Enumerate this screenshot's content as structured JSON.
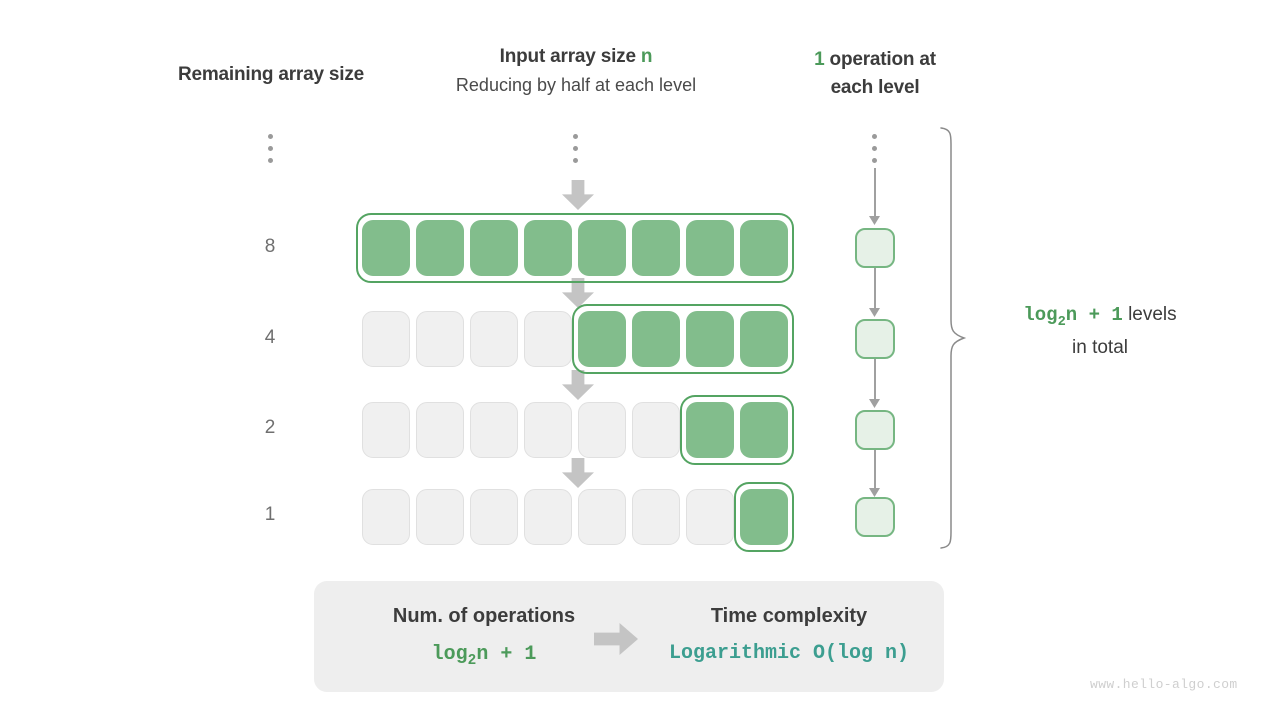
{
  "headers": {
    "remaining": "Remaining array size",
    "input_prefix": "Input array size ",
    "input_var": "n",
    "input_sub": "Reducing by half at each level",
    "ops_count": "1",
    "ops_line1": " operation at",
    "ops_line2": "each level"
  },
  "levels": [
    {
      "label": "⋮",
      "dots": true,
      "total": 8,
      "filled": 0,
      "filled_from": 8
    },
    {
      "label": "8",
      "dots": false,
      "total": 8,
      "filled": 8,
      "filled_from": 0
    },
    {
      "label": "4",
      "dots": false,
      "total": 8,
      "filled": 4,
      "filled_from": 4
    },
    {
      "label": "2",
      "dots": false,
      "total": 8,
      "filled": 2,
      "filled_from": 6
    },
    {
      "label": "1",
      "dots": false,
      "total": 8,
      "filled": 1,
      "filled_from": 7
    }
  ],
  "annotation": {
    "formula": "log",
    "formula_sub": "2",
    "formula_rest": "n + 1",
    "text": " levels",
    "line2": "in total"
  },
  "summary": {
    "left_title": "Num. of operations",
    "left_value_prefix": "log",
    "left_value_sub": "2",
    "left_value_rest": "n + 1",
    "right_title": "Time complexity",
    "right_value": "Logarithmic  O(log n)"
  },
  "watermark": "www.hello-algo.com",
  "colors": {
    "green_fill": "#82bd8c",
    "green_border": "#54a462",
    "green_text": "#4c9a5a",
    "ops_fill": "#e6f1e7",
    "teal": "#3c9e90",
    "gray_cell": "#f0f0f0",
    "arrow_gray": "#c4c4c4"
  }
}
